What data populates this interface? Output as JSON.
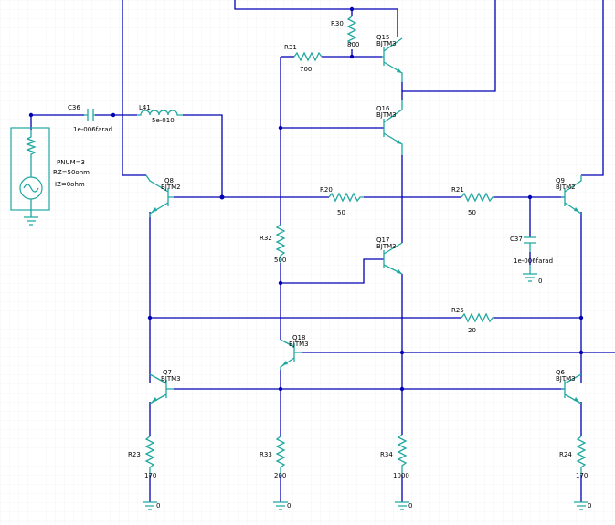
{
  "components": {
    "r30": {
      "name": "R30",
      "value": "800"
    },
    "r31": {
      "name": "R31",
      "value": "700"
    },
    "q15": {
      "name": "Q15",
      "model": "BJTM3"
    },
    "q16": {
      "name": "Q16",
      "model": "BJTM3"
    },
    "c36": {
      "name": "C36",
      "value": "1e-006farad"
    },
    "l41": {
      "name": "L41",
      "value": "5e-010"
    },
    "port": {
      "name": "PNUM=3",
      "rz": "RZ=50ohm",
      "iz": "IZ=0ohm"
    },
    "q8": {
      "name": "Q8",
      "model": "BJTM2"
    },
    "r20": {
      "name": "R20",
      "value": "50"
    },
    "r21": {
      "name": "R21",
      "value": "50"
    },
    "q9": {
      "name": "Q9",
      "model": "BJTM2"
    },
    "r32": {
      "name": "R32",
      "value": "500"
    },
    "q17": {
      "name": "Q17",
      "model": "BJTM3"
    },
    "c37": {
      "name": "C37",
      "value": "1e-006farad"
    },
    "r25": {
      "name": "R25",
      "value": "20"
    },
    "q18": {
      "name": "Q18",
      "model": "BJTM3"
    },
    "q7": {
      "name": "Q7",
      "model": "BJTM3"
    },
    "q6": {
      "name": "Q6",
      "model": "BJTM3"
    },
    "r23": {
      "name": "R23",
      "value": "170"
    },
    "r33": {
      "name": "R33",
      "value": "200"
    },
    "r34": {
      "name": "R34",
      "value": "1000"
    },
    "r24": {
      "name": "R24",
      "value": "170"
    }
  },
  "grounds": {
    "label": "0"
  }
}
